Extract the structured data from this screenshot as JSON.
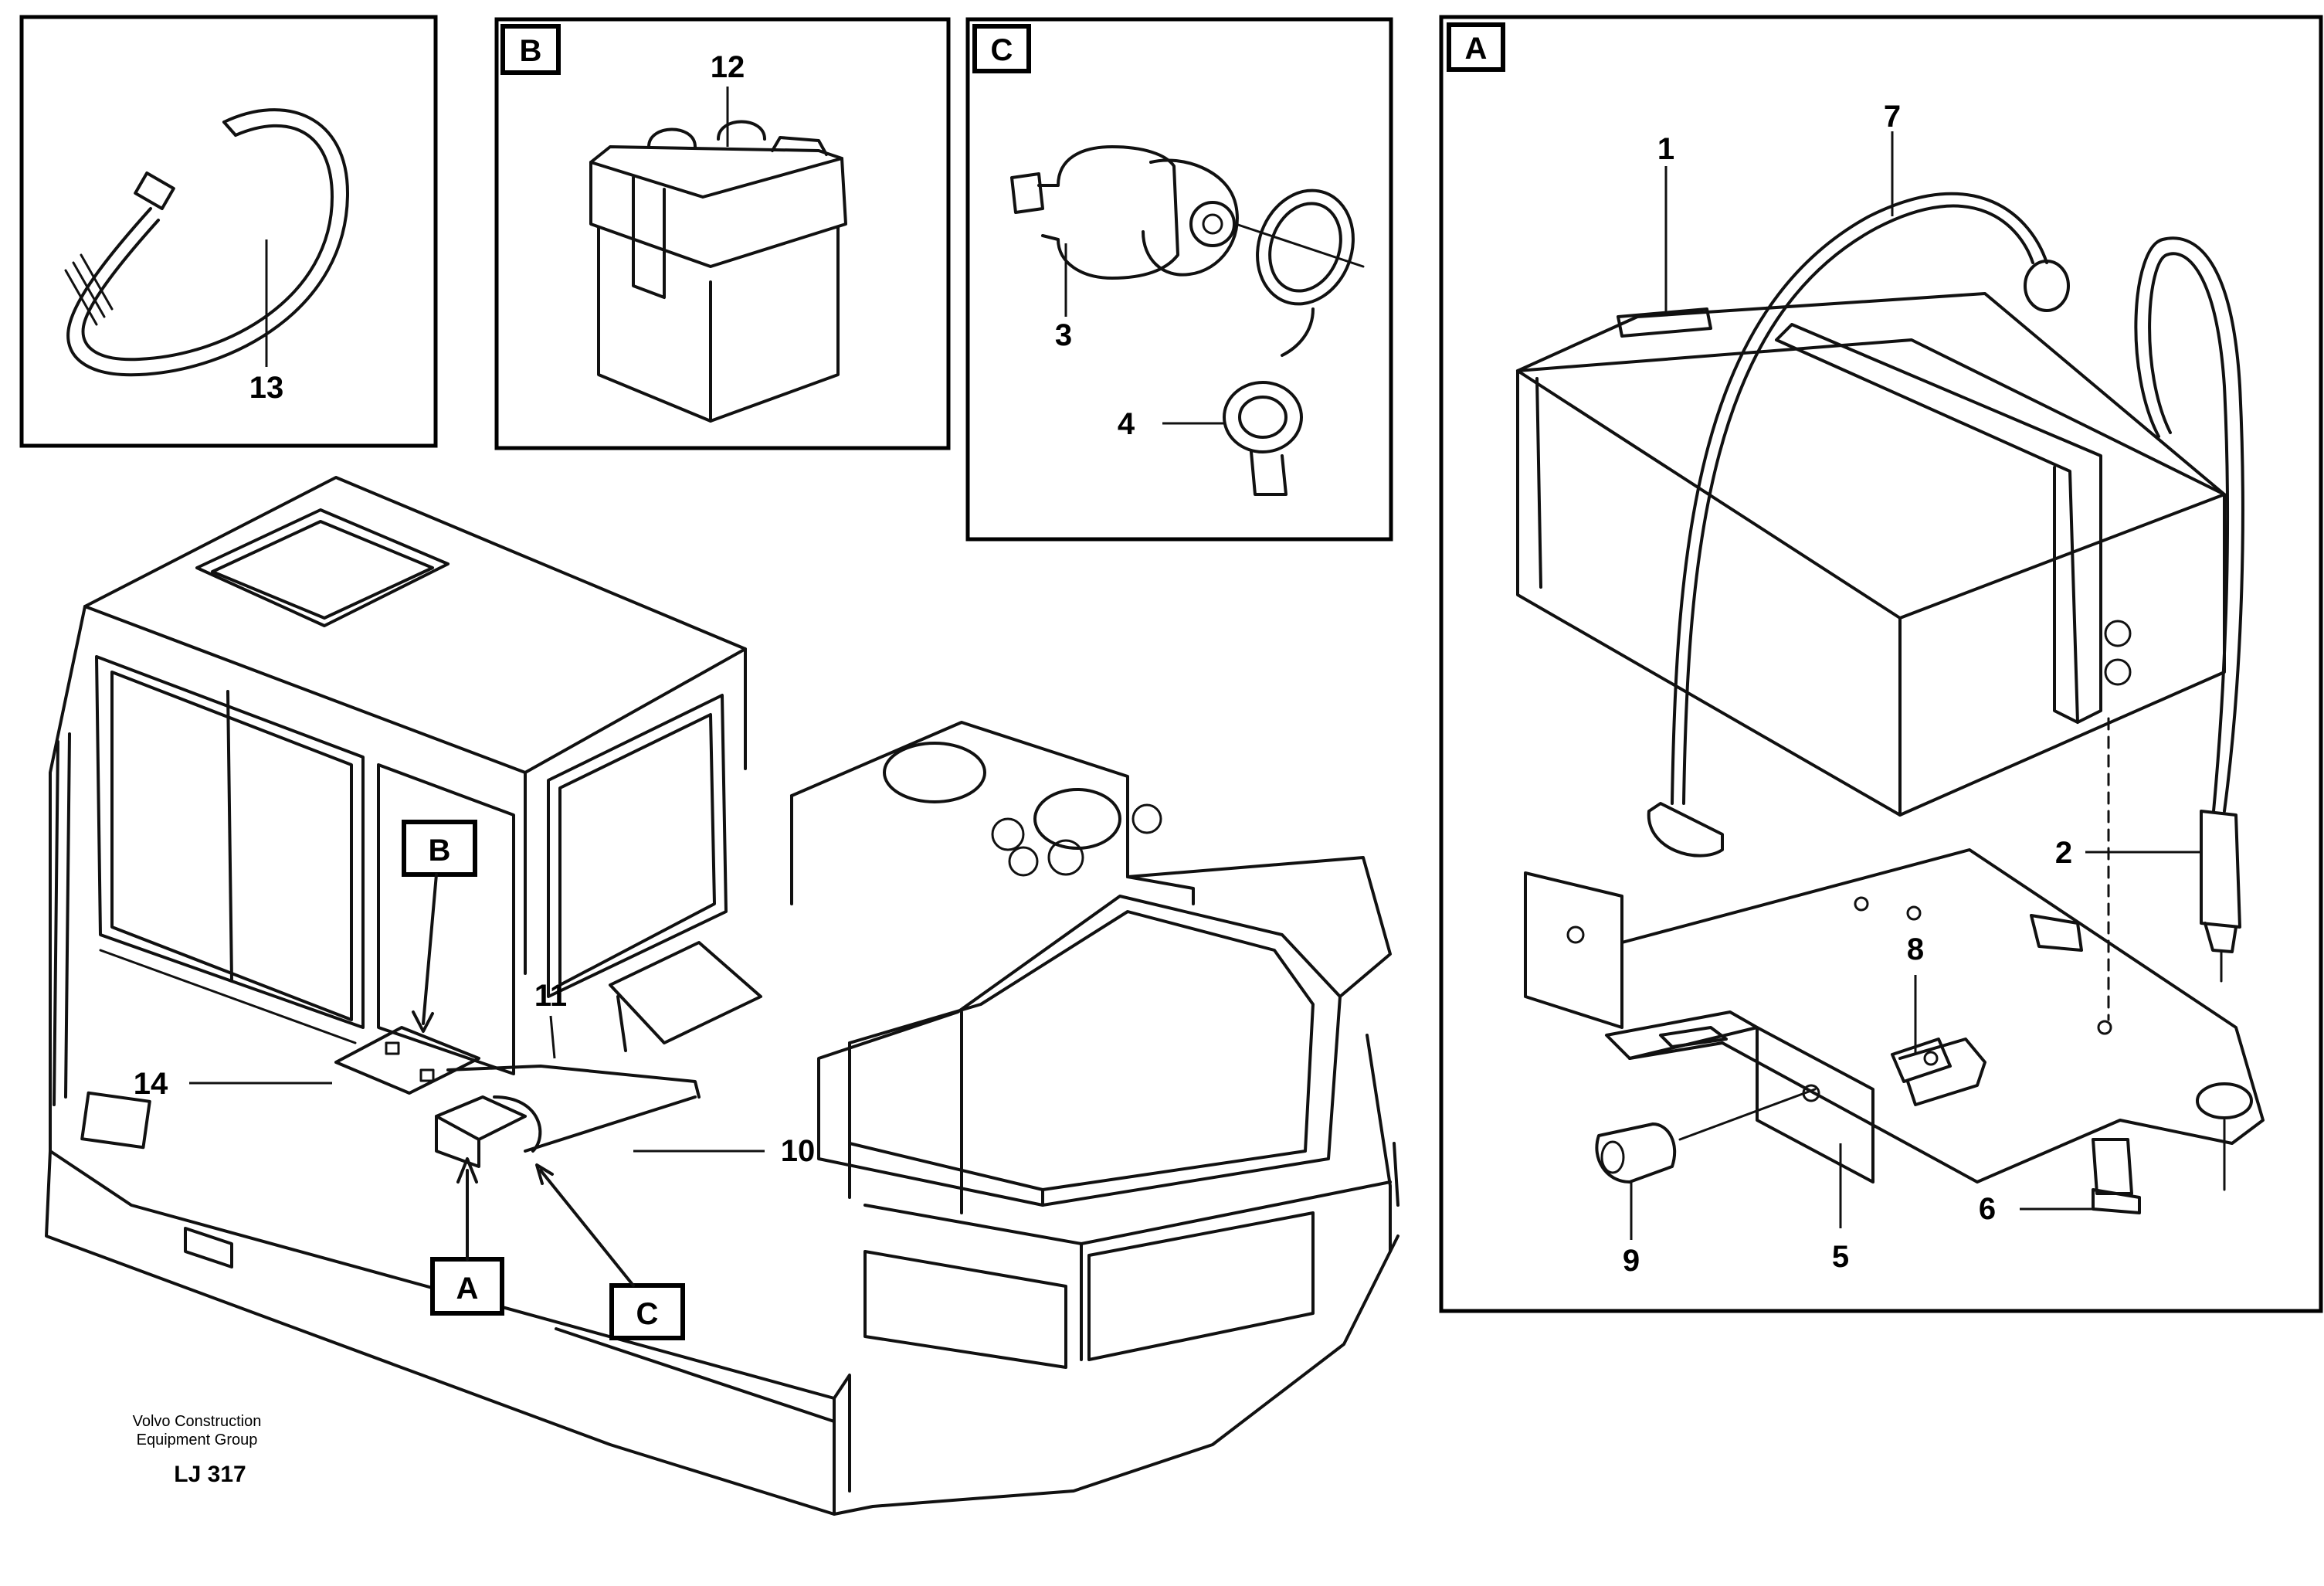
{
  "panels": {
    "A": "A",
    "B": "B",
    "C": "C"
  },
  "callouts": {
    "A": "A",
    "B": "B",
    "C": "C"
  },
  "part_numbers": {
    "p1": "1",
    "p2": "2",
    "p3": "3",
    "p4": "4",
    "p5": "5",
    "p6": "6",
    "p7": "7",
    "p8": "8",
    "p9": "9",
    "p10": "10",
    "p11": "11",
    "p12": "12",
    "p13": "13",
    "p14": "14"
  },
  "credit": {
    "line1": "Volvo Construction",
    "line2": "Equipment Group",
    "code": "LJ 317"
  }
}
